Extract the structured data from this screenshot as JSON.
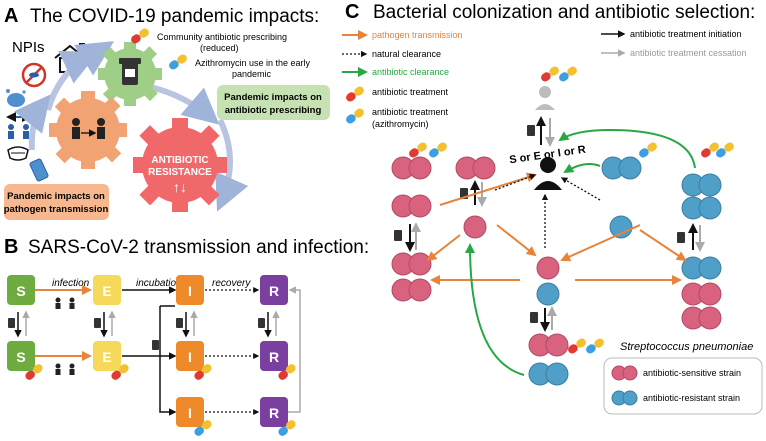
{
  "panelA": {
    "letter": "A",
    "title": "The COVID-19 pandemic impacts:",
    "npis_label": "NPIs",
    "community_prescribing_line1": "Community antibiotic prescribing",
    "community_prescribing_line2": "(reduced)",
    "azithro_line1": "Azithromycin use in the early",
    "azithro_line2": "pandemic",
    "box_prescribing_line1": "Pandemic impacts on",
    "box_prescribing_line2": "antibiotic prescribing",
    "box_transmission_line1": "Pandemic impacts on",
    "box_transmission_line2": "pathogen transmission",
    "resistance_line1": "ANTIBIOTIC",
    "resistance_line2": "RESISTANCE",
    "resistance_arrows": "↑↓"
  },
  "panelB": {
    "letter": "B",
    "title": "SARS-CoV-2 transmission and infection:",
    "label_infection": "infection",
    "label_incubation": "incubation",
    "label_recovery": "recovery",
    "states": [
      "S",
      "E",
      "I",
      "R"
    ]
  },
  "panelC": {
    "letter": "C",
    "title": "Bacterial colonization and antibiotic selection:",
    "legend_pathogen": "pathogen transmission",
    "legend_natural": "natural clearance",
    "legend_antibiotic_clearance": "antibiotic clearance",
    "legend_treatment": "antibiotic treatment",
    "legend_azithro_line1": "antibiotic treatment",
    "legend_azithro_line2": "(azithromycin)",
    "legend_initiation": "antibiotic treatment initiation",
    "legend_cessation": "antibiotic treatment cessation",
    "center_label": "S or E or I or R",
    "species": "Streptococcus pneumoniae",
    "strain_sensitive": "antibiotic-sensitive strain",
    "strain_resistant": "antibiotic-resistant strain"
  },
  "colors": {
    "pathogen_orange": "#e8833a",
    "clearance_green": "#27a844",
    "sensitive_pink": "#d9627f",
    "resistant_blue": "#4f9fc8",
    "S_green": "#6fac3f",
    "E_yellow": "#f6d85a",
    "I_orange": "#ef8a2a",
    "R_purple": "#7b3fa0"
  }
}
